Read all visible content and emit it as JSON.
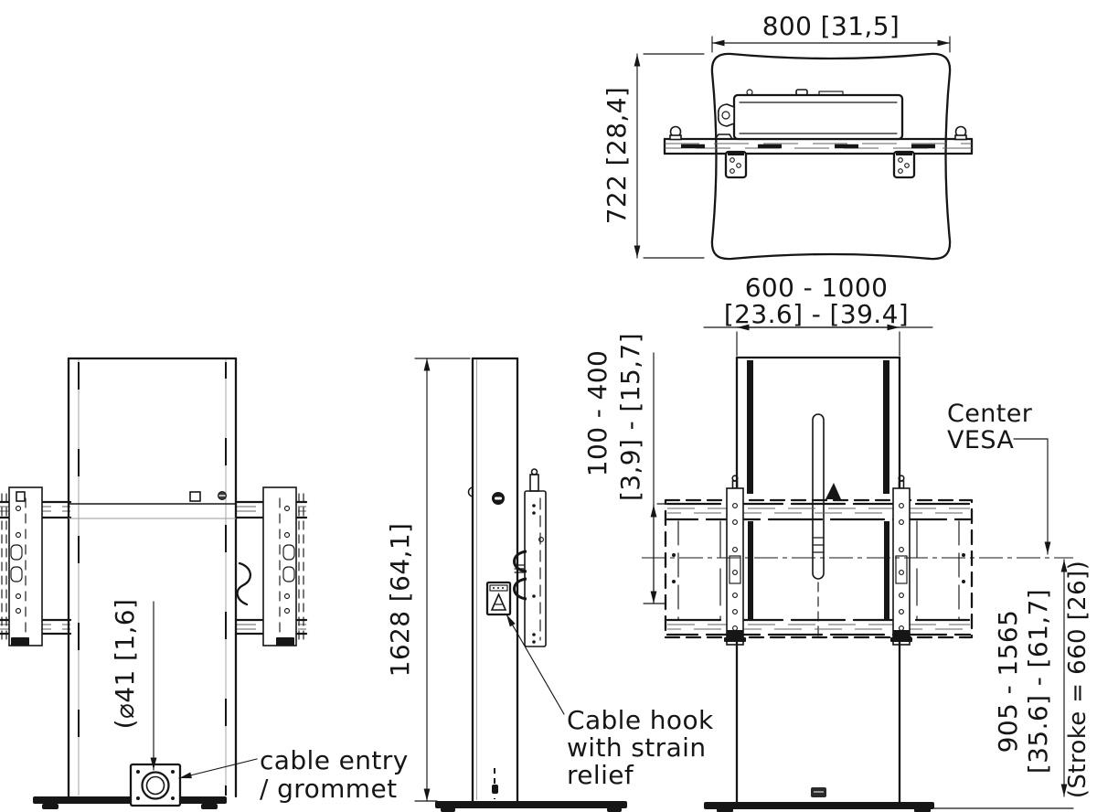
{
  "colors": {
    "line": "#161616",
    "background": "#ffffff"
  },
  "top_view": {
    "width_dim": "800 [31,5]",
    "depth_dim": "722 [28,4]"
  },
  "front_view": {
    "grommet_dim": "(⌀41 [1,6]",
    "cable_entry_label": [
      "cable entry",
      "/ grommet"
    ]
  },
  "side_view": {
    "height_dim": "1628 [64,1]",
    "cable_hook_label": [
      "Cable hook",
      "with strain",
      "relief"
    ]
  },
  "vesa_view": {
    "tv_width_mm": "600 - 1000",
    "tv_width_in": "[23.6] - [39.4]",
    "vesa_range_mm": "100 - 400",
    "vesa_range_in": "[3,9] - [15,7]",
    "center_vesa_label": [
      "Center",
      "VESA"
    ],
    "height_range_mm": "905 - 1565",
    "height_range_in": "[35.6] - [61,7]",
    "stroke_dim": "(Stroke = 660 [26])"
  }
}
